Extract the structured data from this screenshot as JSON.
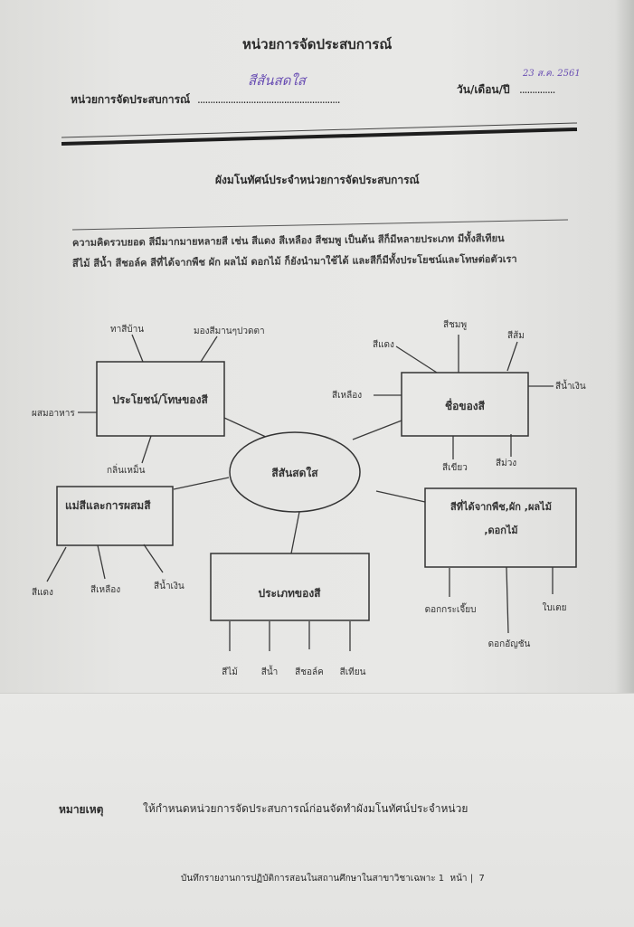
{
  "header": {
    "title": "หน่วยการจัดประสบการณ์",
    "unit_label": "หน่วยการจัดประสบการณ์",
    "unit_dots": "........................................................",
    "unit_value": "สีสันสดใส",
    "date_label": "วัน/เดือน/ปี",
    "date_dots": "..............",
    "date_value": "23 ส.ค. 2561"
  },
  "subtitle": "ผังมโนทัศน์ประจำหน่วยการจัดประสบการณ์",
  "summary": {
    "line1": "ความคิดรวบยอด  สีมีมากมายหลายสี เช่น สีแดง สีเหลือง สีชมพู เป็นต้น สีก็มีหลายประเภท มีทั้งสีเทียน",
    "line2": "สีไม้ สีน้ำ สีชอล์ค สีที่ได้จากพืช ผัก ผลไม้ ดอกไม้ ก็ยังนำมาใช้ได้ และสีก็มีทั้งประโยชน์และโทษต่อตัวเรา"
  },
  "mindmap": {
    "center": "สีสันสดใส",
    "benefits": {
      "title": "ประโยชน์/โทษของสี",
      "items": [
        "ทาสีบ้าน",
        "มองสีมานๆปวดตา",
        "ผสมอาหาร",
        "กลิ่นเหม็น"
      ]
    },
    "names": {
      "title": "ชื่อของสี",
      "items": [
        "สีแดง",
        "สีชมพู",
        "สีส้ม",
        "สีน้ำเงิน",
        "สีเหลือง",
        "สีเขียว",
        "สีม่วง"
      ]
    },
    "primary": {
      "title": "แม่สีและการผสมสี",
      "items": [
        "สีแดง",
        "สีเหลือง",
        "สีน้ำเงิน"
      ]
    },
    "types": {
      "title": "ประเภทของสี",
      "items": [
        "สีไม้",
        "สีน้ำ",
        "สีชอล์ค",
        "สีเทียน"
      ]
    },
    "plants": {
      "title_line1": "สีที่ได้จากพืช,ผัก ,ผลไม้",
      "title_line2": ",ดอกไม้",
      "items": [
        "ดอกกระเจี๊ยบ",
        "ดอกอัญชัน",
        "ใบเตย"
      ]
    }
  },
  "note": {
    "label": "หมายเหตุ",
    "text": "ให้กำหนดหน่วยการจัดประสบการณ์ก่อนจัดทำผังมโนทัศน์ประจำหน่วย"
  },
  "footer": {
    "text": "บันทึกรายงานการปฏิบัติการสอนในสถานศึกษาในสาขาวิชาเฉพาะ 1",
    "page_label": "หน้า |",
    "page_number": "7"
  }
}
